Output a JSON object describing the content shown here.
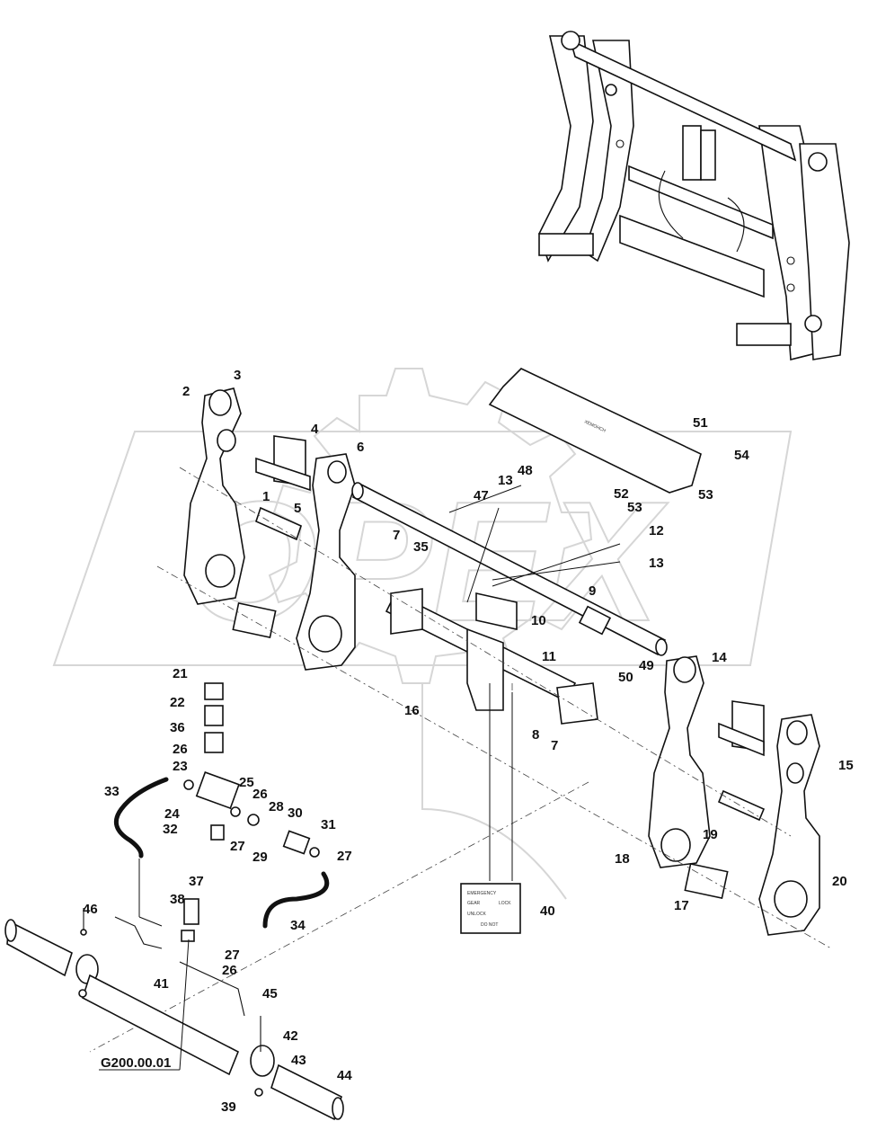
{
  "watermark": {
    "brand": "OPEX"
  },
  "plate": {
    "texts": [
      "EMERGENCY",
      "GEAR",
      "LOCK",
      "UNLOCK",
      "DO NOT"
    ]
  },
  "assembly_ref": "G200.00.01",
  "callouts": [
    "1",
    "2",
    "3",
    "4",
    "5",
    "6",
    "7",
    "35",
    "47",
    "13",
    "48",
    "51",
    "54",
    "53",
    "52",
    "53",
    "12",
    "13",
    "9",
    "10",
    "11",
    "14",
    "49",
    "50",
    "16",
    "8",
    "7",
    "15",
    "19",
    "18",
    "20",
    "17",
    "40",
    "21",
    "22",
    "36",
    "26",
    "23",
    "25",
    "33",
    "26",
    "24",
    "32",
    "28",
    "27",
    "30",
    "29",
    "31",
    "27",
    "37",
    "46",
    "38",
    "27",
    "34",
    "26",
    "41",
    "45",
    "42",
    "43",
    "39",
    "44"
  ]
}
